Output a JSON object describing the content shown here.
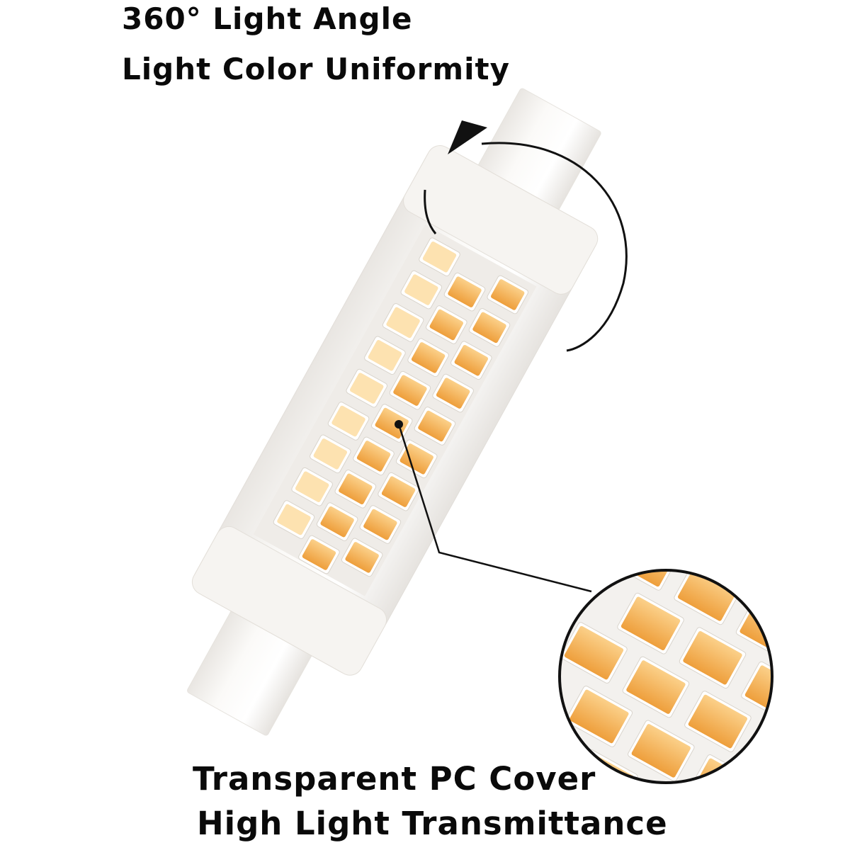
{
  "captions": {
    "light_angle": "360° Light Angle",
    "uniformity": "Light Color Uniformity",
    "cover": "Transparent PC Cover",
    "transmittance": "High Light Transmittance"
  },
  "colors": {
    "led_amber": "#f4b45a",
    "led_pale": "#fde2b0",
    "bulb_white": "#f7f5f2",
    "ink": "#0a0a0a"
  }
}
